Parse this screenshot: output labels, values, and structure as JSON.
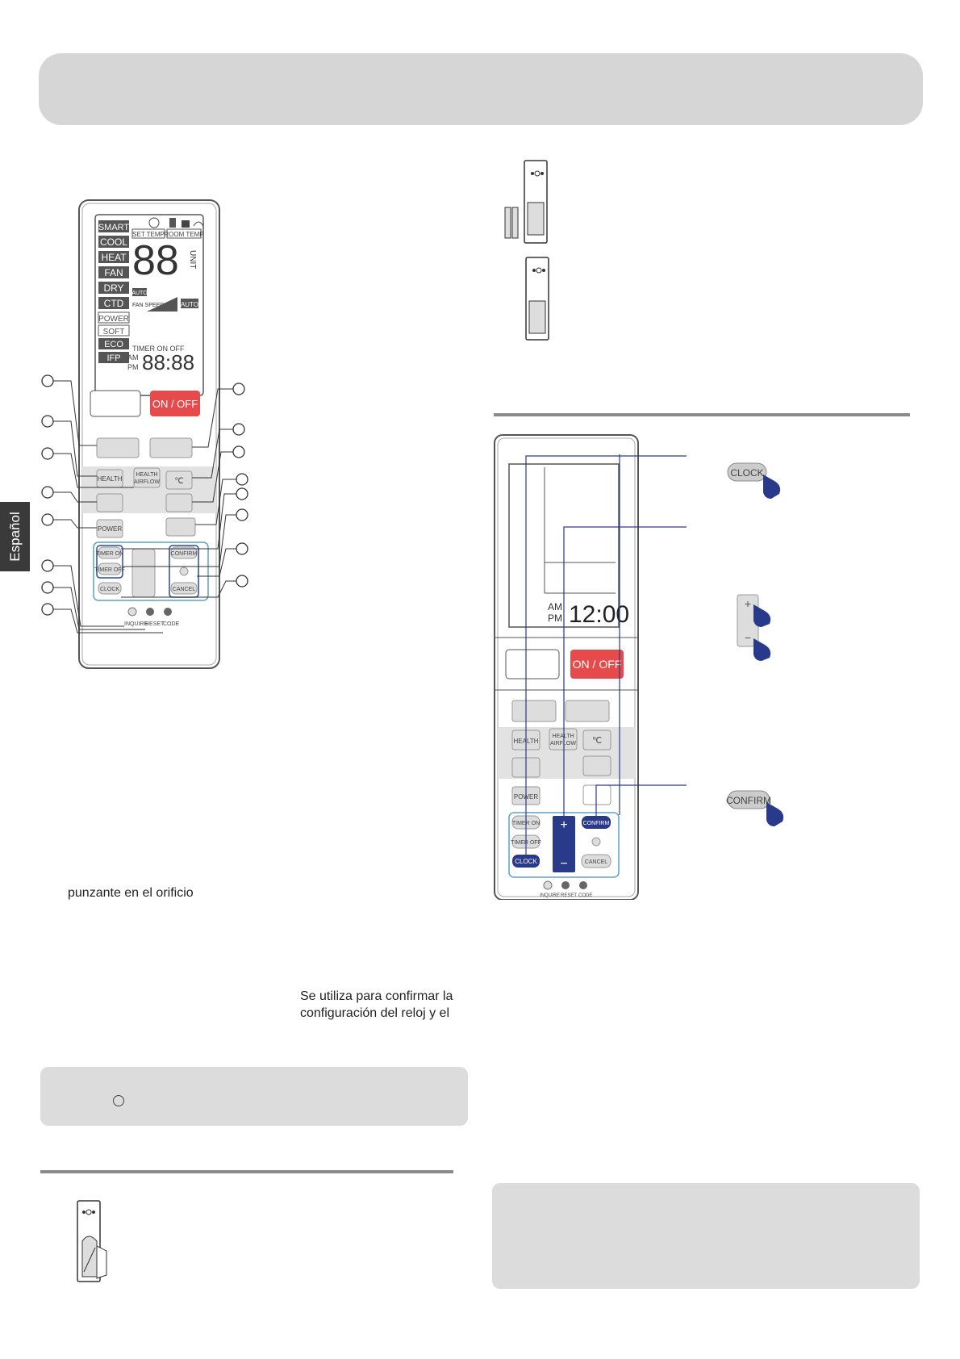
{
  "side_tab": "Español",
  "left_remote": {
    "lcd_modes": [
      "SMART",
      "COOL",
      "HEAT",
      "FAN",
      "DRY",
      "CTD",
      "POWER",
      "SOFT",
      "ECO",
      "IFP"
    ],
    "lcd_set_temp": "SET TEMP",
    "lcd_room_temp": "ROOM TEMP",
    "lcd_big_digits": "88",
    "lcd_unit": "UNIT",
    "lcd_fan_speed": "FAN SPEED",
    "lcd_auto": "AUTO",
    "lcd_timer": "TIMER ON OFF",
    "lcd_time": "88:88",
    "lcd_am": "AM",
    "lcd_pm": "PM",
    "on_off": "ON / OFF",
    "health": "HEALTH",
    "health_airflow_1": "HEALTH",
    "health_airflow_2": "AIRFLOW",
    "celsius": "℃",
    "power": "POWER",
    "timer_on": "TIMER ON",
    "timer_off": "TIMER OFF",
    "confirm": "CONFIRM",
    "clock": "CLOCK",
    "cancel": "CANCEL",
    "inquire": "INQUIRE",
    "reset": "RESET",
    "code": "CODE"
  },
  "right_remote": {
    "time": "12:00",
    "am": "AM",
    "pm": "PM",
    "on_off": "ON / OFF",
    "health": "HEALTH",
    "health_airflow_1": "HEALTH",
    "health_airflow_2": "AIRFLOW",
    "celsius": "℃",
    "power": "POWER",
    "timer_on": "TIMER ON",
    "timer_off": "TIMER OFF",
    "confirm": "CONFIRM",
    "clock": "CLOCK",
    "cancel": "CANCEL",
    "plus": "+",
    "minus": "−",
    "inquire": "INQUIRE",
    "reset": "RESET",
    "code": "CODE"
  },
  "callouts": {
    "clock_button": "CLOCK",
    "confirm_button": "CONFIRM",
    "plus": "+",
    "minus": "−"
  },
  "text": {
    "punzante": "punzante en el orificio",
    "confirm_desc_line1": "Se utiliza para confirmar la",
    "confirm_desc_line2": "configuración del reloj y el"
  }
}
